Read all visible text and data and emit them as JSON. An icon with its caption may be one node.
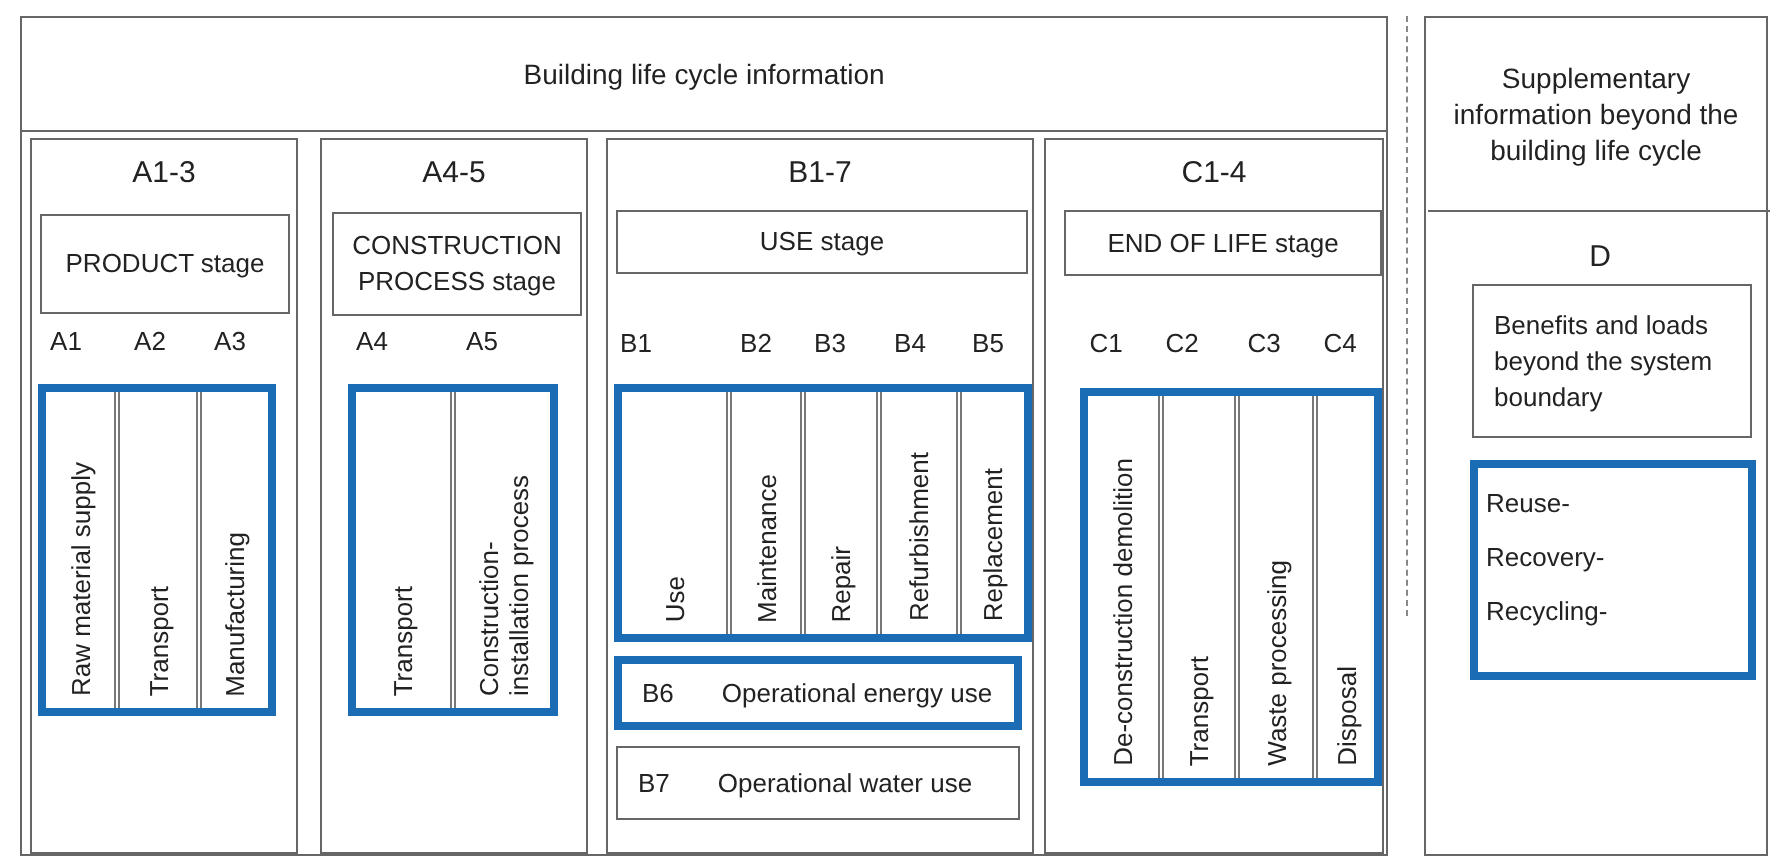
{
  "diagram": {
    "nodes": [
      {
        "text": [
          "Building life cycle information"
        ]
      },
      {
        "text": [
          "A1-3"
        ],
        "in": 0
      },
      {
        "text": [
          "PRODUCT stage"
        ],
        "in": 1
      },
      {
        "text": [],
        "shape": "box",
        "in": 1
      },
      {
        "text": [
          "Raw material supply"
        ],
        "in": 3
      },
      {
        "text": [
          "Transport"
        ],
        "in": 3
      },
      {
        "text": [
          "Manufacturing"
        ],
        "in": 3
      },
      {
        "text": [
          "A4-5"
        ],
        "in": 0
      },
      {
        "text": [
          "CONSTRUCTION PROCESS stage"
        ],
        "in": 7
      },
      {
        "text": [],
        "shape": "box",
        "in": 7
      },
      {
        "text": [
          "Transport"
        ],
        "in": 9
      },
      {
        "text": [
          "Construction- installation process"
        ],
        "in": 9
      },
      {
        "text": [
          "B1-7"
        ],
        "in": 0
      },
      {
        "text": [
          "USE stage"
        ],
        "in": 12
      },
      {
        "text": [],
        "shape": "box",
        "in": 12
      },
      {
        "text": [
          "Use"
        ],
        "in": 14
      },
      {
        "text": [
          "Maintenance"
        ],
        "in": 14
      },
      {
        "text": [
          "Repair"
        ],
        "in": 14
      },
      {
        "text": [
          "Refurbishment"
        ],
        "in": 14
      },
      {
        "text": [
          "Replacement"
        ],
        "in": 14
      },
      {
        "text": [
          "B6",
          "Operational energy use"
        ],
        "in": 12
      },
      {
        "text": [
          "B7",
          "Operational water use"
        ],
        "in": 12
      },
      {
        "text": [
          "C1-4"
        ],
        "in": 0
      },
      {
        "text": [
          "END OF LIFE stage"
        ],
        "in": 22
      },
      {
        "text": [],
        "shape": "box",
        "in": 22
      },
      {
        "text": [
          "De-construction demolition"
        ],
        "in": 24
      },
      {
        "text": [
          "Transport"
        ],
        "in": 24
      },
      {
        "text": [
          "Waste processing"
        ],
        "in": 24
      },
      {
        "text": [
          "Disposal"
        ],
        "in": 24
      },
      {
        "text": [
          "Supplementary information beyond the building life cycle"
        ]
      },
      {
        "text": [
          "D"
        ],
        "in": 29
      },
      {
        "text": [
          "Benefits and loads beyond the system boundary"
        ],
        "in": 30
      },
      {
        "text": [
          "Reuse-",
          "Recovery-",
          "Recycling-"
        ],
        "in": 30
      }
    ],
    "labels": [
      "A1",
      "A2",
      "A3",
      "A4",
      "A5",
      "B1",
      "B2",
      "B3",
      "B4",
      "B5",
      "C1",
      "C2",
      "C3",
      "C4"
    ]
  }
}
